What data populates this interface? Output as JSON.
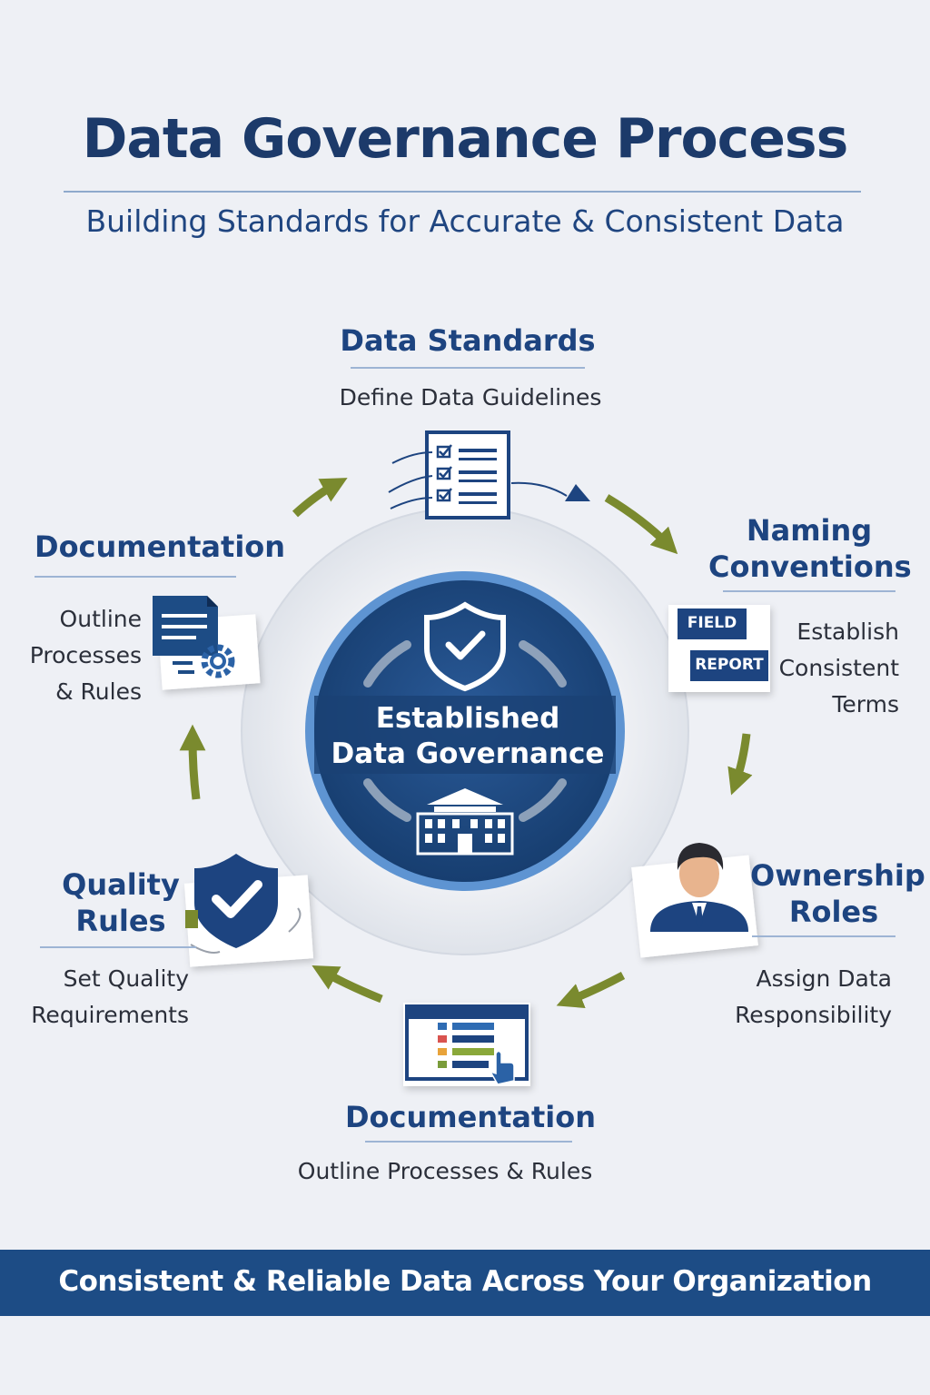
{
  "header": {
    "title": "Data Governance Process",
    "subtitle": "Building Standards for Accurate & Consistent Data"
  },
  "hub": {
    "line1": "Established",
    "line2": "Data Governance"
  },
  "steps": {
    "data_standards": {
      "title": "Data Standards",
      "desc": "Define Data Guidelines"
    },
    "naming": {
      "title_line1": "Naming",
      "title_line2": "Conventions",
      "desc_line1": "Establish",
      "desc_line2": "Consistent",
      "desc_line3": "Terms",
      "badge1": "FIELD",
      "badge2": "REPORT"
    },
    "ownership": {
      "title_line1": "Ownership",
      "title_line2": "Roles",
      "desc_line1": "Assign Data",
      "desc_line2": "Responsibility"
    },
    "documentation_bottom": {
      "title": "Documentation",
      "desc": "Outline Processes & Rules"
    },
    "quality": {
      "title_line1": "Quality",
      "title_line2": "Rules",
      "desc_line1": "Set Quality",
      "desc_line2": "Requirements"
    },
    "documentation_left": {
      "title": "Documentation",
      "desc_line1": "Outline",
      "desc_line2": "Processes",
      "desc_line3": "& Rules"
    }
  },
  "footer": {
    "text": "Consistent & Reliable Data Across Your Organization"
  },
  "colors": {
    "navy": "#1d4c85",
    "arrow_green": "#7a8a2e",
    "background": "#eef0f5"
  }
}
